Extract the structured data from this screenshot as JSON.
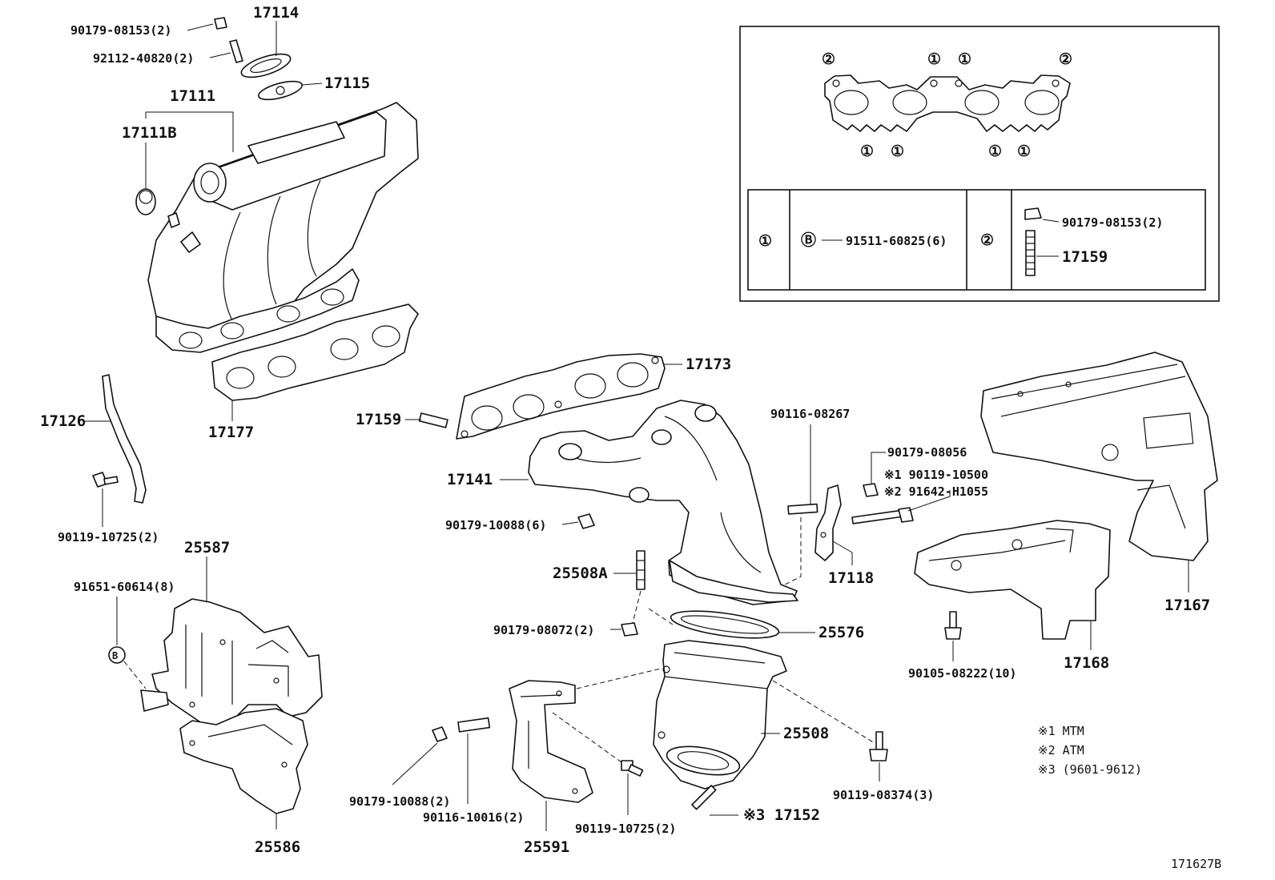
{
  "labels": {
    "p90179_08153_2": "90179-08153(2)",
    "p17114": "17114",
    "p92112_40820": "92112-40820(2)",
    "p17115": "17115",
    "p17111": "17111",
    "p17111b": "17111B",
    "p17126": "17126",
    "p17177": "17177",
    "p90119_10725_2a": "90119-10725(2)",
    "p25587": "25587",
    "p91651_60614": "91651-60614(8)",
    "p25586": "25586",
    "p17159": "17159",
    "p17173": "17173",
    "p17141": "17141",
    "p90179_10088_6": "90179-10088(6)",
    "p25508a": "25508A",
    "p90179_08072": "90179-08072(2)",
    "p25576": "25576",
    "p90116_08267": "90116-08267",
    "p90179_08056": "90179-08056",
    "p90119_10500": "※1 90119-10500",
    "p91642_h1055": "※2 91642-H1055",
    "p17118": "17118",
    "p25508": "25508",
    "p90179_10088_2": "90179-10088(2)",
    "p90116_10016": "90116-10016(2)",
    "p25591": "25591",
    "p90119_10725_2b": "90119-10725(2)",
    "p17152": "※3 17152",
    "p90119_08374": "90119-08374(3)",
    "p90105_08222": "90105-08222(10)",
    "p17168": "17168",
    "p17167": "17167"
  },
  "inset": {
    "marker_one": "①",
    "marker_two": "②",
    "marker_b": "Ⓑ",
    "row1_part": "91511-60825(6)",
    "row2_part_a": "90179-08153(2)",
    "row2_part_b": "17159"
  },
  "notes": {
    "n1": "※1  MTM",
    "n2": "※2  ATM",
    "n3": "※3  (9601-9612)"
  },
  "diagram_id": "171627B"
}
